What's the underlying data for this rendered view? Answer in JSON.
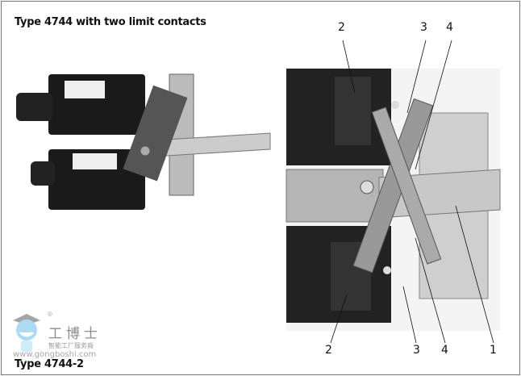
{
  "captions": {
    "top": "Type 4744 with two limit contacts",
    "bottom": "Type 4744-2"
  },
  "callouts": {
    "top": [
      "2",
      "3",
      "4"
    ],
    "bottom": [
      "2",
      "3",
      "4",
      "1"
    ]
  },
  "watermark": {
    "brand": "工博士",
    "slogan": "智能工厂服务商",
    "url": "www.gongboshi.com",
    "registered": "®"
  }
}
